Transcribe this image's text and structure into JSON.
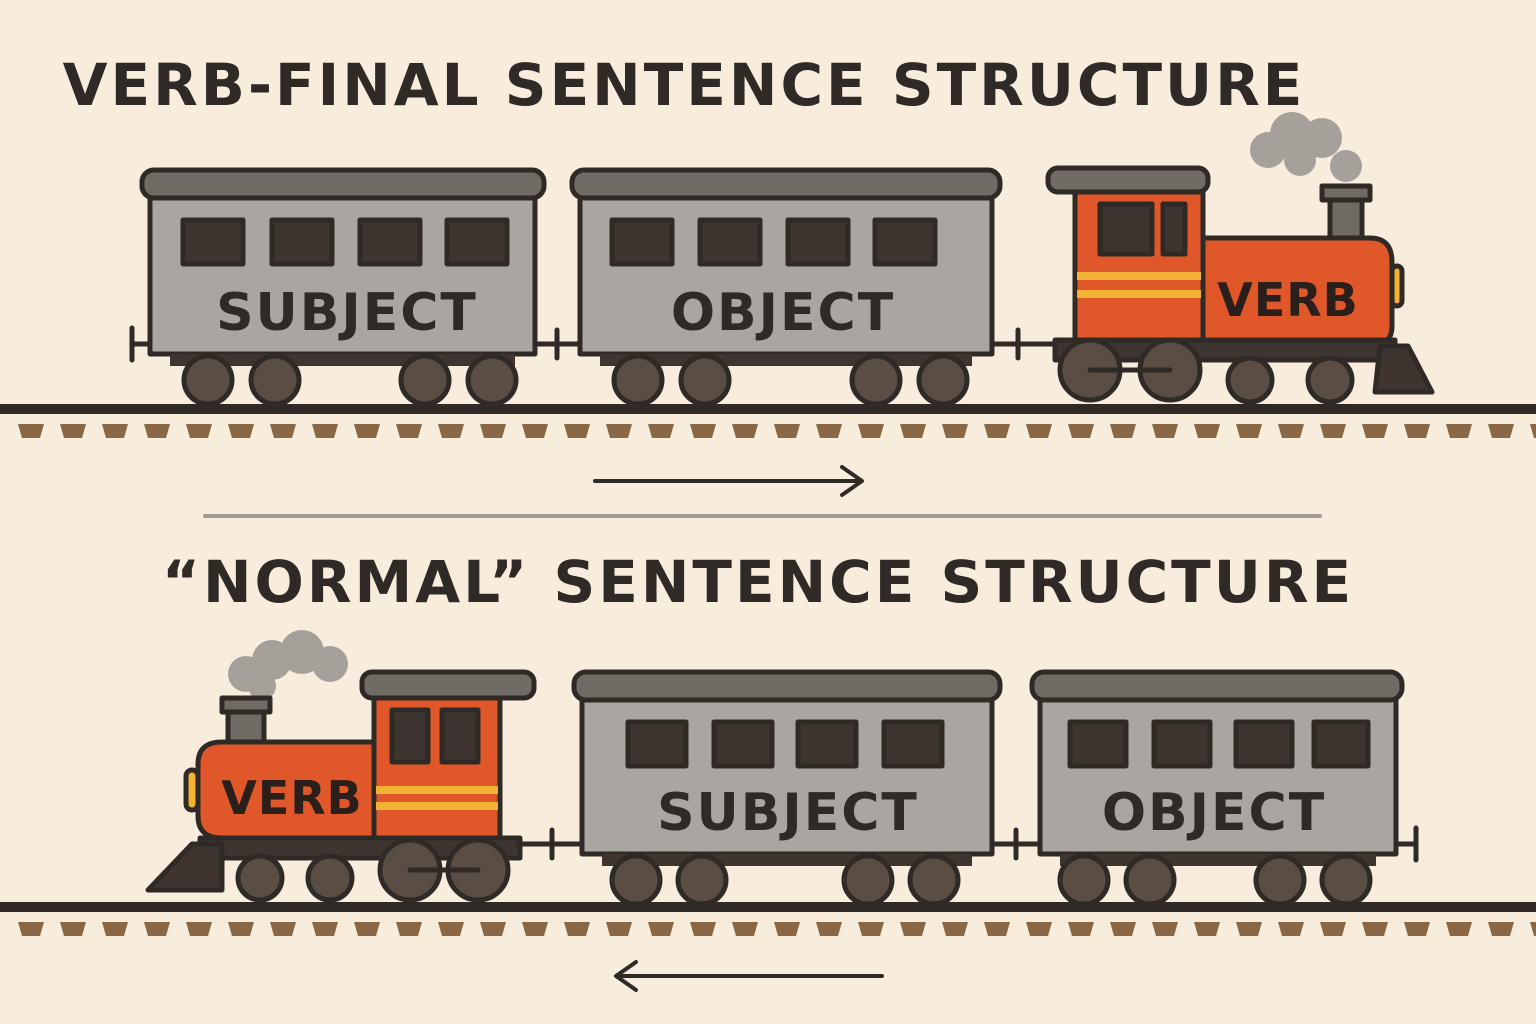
{
  "titles": {
    "top": "VERB-FINAL SENTENCE STRUCTURE",
    "bottom": "“NORMAL” SENTENCE STRUCTURE"
  },
  "top_train": {
    "cars": [
      "SUBJECT",
      "OBJECT"
    ],
    "engine": "VERB",
    "arrow_direction": "right"
  },
  "bottom_train": {
    "engine": "VERB",
    "cars": [
      "SUBJECT",
      "OBJECT"
    ],
    "arrow_direction": "left"
  },
  "colors": {
    "background": "#f8eddd",
    "car_body": "#a9a6a1",
    "car_roof": "#6f6a64",
    "engine_body": "#e0582a",
    "engine_stripe": "#f2b233",
    "outline": "#2f2a25",
    "wheel": "#5a4d44",
    "tie": "#8a6845",
    "smoke": "#a5a09a"
  }
}
